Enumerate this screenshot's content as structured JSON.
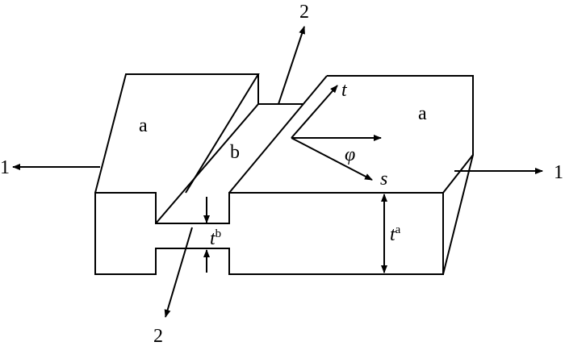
{
  "figure": {
    "region_left": "a",
    "region_right": "a",
    "groove": "b",
    "axis_1_left": "1",
    "axis_1_right": "1",
    "axis_2_top": "2",
    "axis_2_bottom": "2",
    "coord_t": "t",
    "coord_s": "s",
    "angle_phi": "φ",
    "thickness_b_base": "t",
    "thickness_b_sup": "b",
    "thickness_a_base": "t",
    "thickness_a_sup": "a"
  },
  "colors": {
    "stroke": "#000000",
    "background": "#ffffff"
  }
}
